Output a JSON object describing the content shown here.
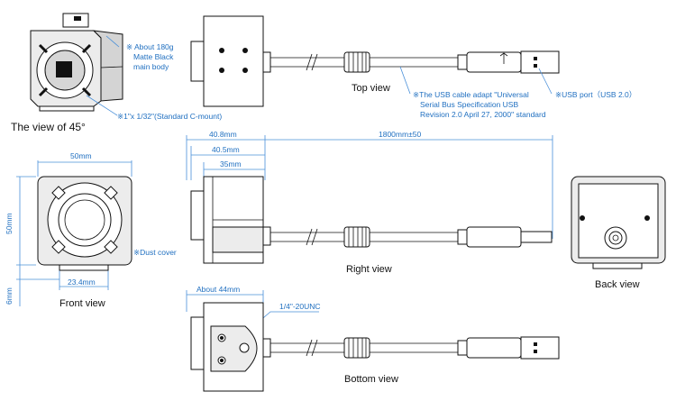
{
  "labels": {
    "view45": "The view of 45°",
    "top": "Top view",
    "right": "Right view",
    "bottom": "Bottom view",
    "front": "Front view",
    "back": "Back view"
  },
  "notes": {
    "weight": [
      "※ About 180g",
      "Matte Black",
      "main body"
    ],
    "mount": "※1\"x 1/32\"(Standard C-mount)",
    "usb_cable": [
      "※The USB cable adapt \"Universal",
      "Serial Bus Specification USB",
      "Revision 2.0 April 27, 2000\" standard"
    ],
    "usb_port": "※USB port（USB 2.0）",
    "dust": "※Dust  cover",
    "tripod": "1/4\"-20UNC"
  },
  "dimensions": {
    "d408": "40.8mm",
    "d405": "40.5mm",
    "d35": "35mm",
    "cable": "1800mm±50",
    "w50": "50mm",
    "h50": "50mm",
    "w234": "23.4mm",
    "h6": "6mm",
    "about44": "About 44mm"
  },
  "colors": {
    "annotation": "#1f6fc0",
    "outline": "#111111"
  }
}
